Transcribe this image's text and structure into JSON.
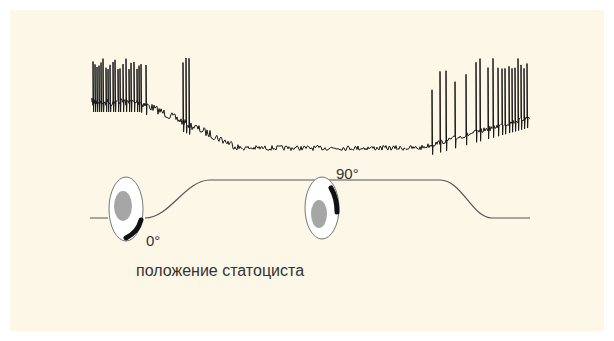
{
  "diagram": {
    "labels": [
      "0°",
      "90°",
      "положение статоциста"
    ]
  }
}
